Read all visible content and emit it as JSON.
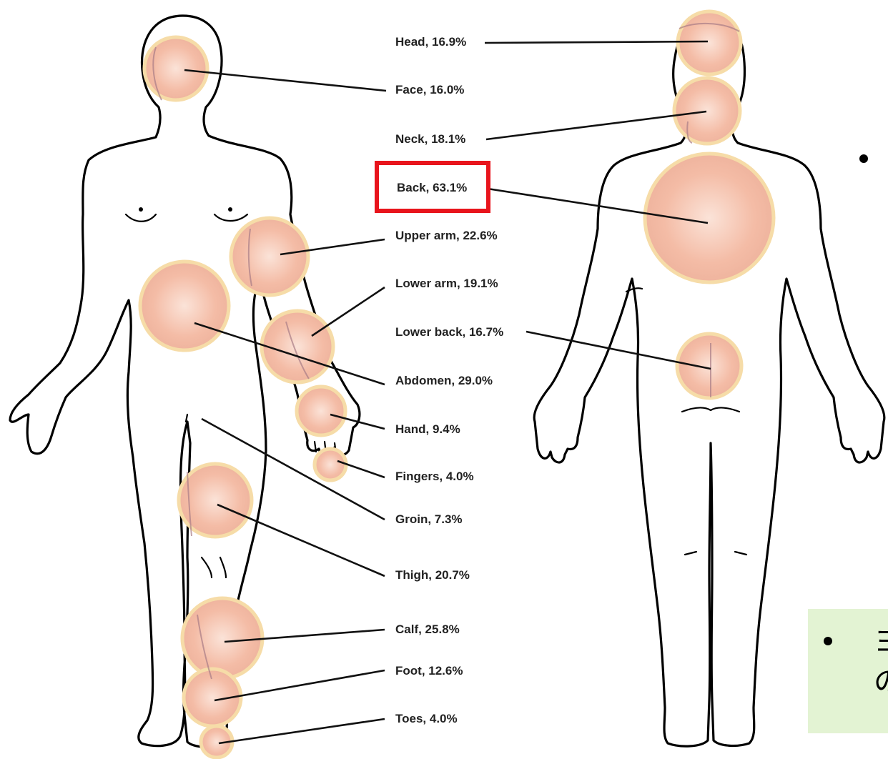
{
  "labels": {
    "head": "Head, 16.9%",
    "face": "Face, 16.0%",
    "neck": "Neck, 18.1%",
    "back": "Back, 63.1%",
    "upper_arm": "Upper arm, 22.6%",
    "lower_arm": "Lower arm, 19.1%",
    "lower_back": "Lower back, 16.7%",
    "abdomen": "Abdomen, 29.0%",
    "hand": "Hand, 9.4%",
    "fingers": "Fingers, 4.0%",
    "groin": "Groin, 7.3%",
    "thigh": "Thigh, 20.7%",
    "calf": "Calf, 25.8%",
    "foot": "Foot, 12.6%",
    "toes": "Toes, 4.0%"
  },
  "highlighted_label": "back",
  "colors": {
    "bubble_fill": "#f4bca6",
    "bubble_border": "#f6dca8",
    "highlight_box": "#e8141c",
    "callout_background": "#e3f3d3"
  },
  "callout": {
    "text": "ヨ\nの"
  }
}
